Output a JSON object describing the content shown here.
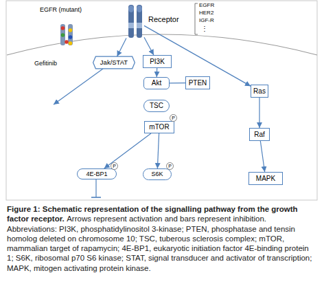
{
  "diagram": {
    "title": "Figure 1: Schematic representation of the signalling pathway from the growth factor receptor.",
    "caption": "Arrows represent activation and bars represent inhibition. Abbreviations: PI3K, phosphatidylinositol 3-kinase; PTEN, phosphatase and tensin homolog deleted on chromosome 10; TSC, tuberous sclerosis complex; mTOR, mammalian target of rapamycin; 4E-BP1, eukaryotic initiation factor 4E-binding protein 1; S6K, ribosomal p70 S6 kinase; STAT, signal transducer and activator of transcription; MAPK, mitogen activating protein kinase.",
    "nodes": [
      {
        "text": [
          "EGFR (mutant)"
        ]
      },
      {
        "text": [
          "Receptor"
        ]
      },
      {
        "text": [
          "Jak/STAT"
        ]
      },
      {
        "text": [
          "PI3K"
        ]
      },
      {
        "text": [
          "Akt"
        ]
      },
      {
        "text": [
          "PTEN"
        ]
      },
      {
        "text": [
          "TSC"
        ]
      },
      {
        "text": [
          "mTOR"
        ]
      },
      {
        "text": [
          "P"
        ]
      },
      {
        "text": [
          "4E-BP1"
        ]
      },
      {
        "text": [
          "P"
        ]
      },
      {
        "text": [
          "S6K"
        ]
      },
      {
        "text": [
          "P"
        ]
      },
      {
        "text": [
          "Ras"
        ]
      },
      {
        "text": [
          "Raf"
        ]
      },
      {
        "text": [
          "MAPK"
        ]
      }
    ],
    "edges": [
      {
        "from": 1,
        "to": 2,
        "arrow": "to"
      },
      {
        "from": 1,
        "to": 3,
        "arrow": "to"
      },
      {
        "from": 1,
        "to": 13,
        "arrow": "to"
      },
      {
        "from": 3,
        "to": 4,
        "arrow": "to"
      },
      {
        "from": 5,
        "to": 4,
        "arrow": "none"
      },
      {
        "from": 7,
        "to": 9,
        "arrow": "to"
      },
      {
        "from": 7,
        "to": 11,
        "arrow": "to"
      },
      {
        "from": 13,
        "to": 14,
        "arrow": "to"
      },
      {
        "from": 14,
        "to": 15,
        "arrow": "to"
      }
    ],
    "labels": [
      "Gefitinib",
      "EGFR",
      "HER2",
      "IGF-R",
      "⋮"
    ]
  }
}
